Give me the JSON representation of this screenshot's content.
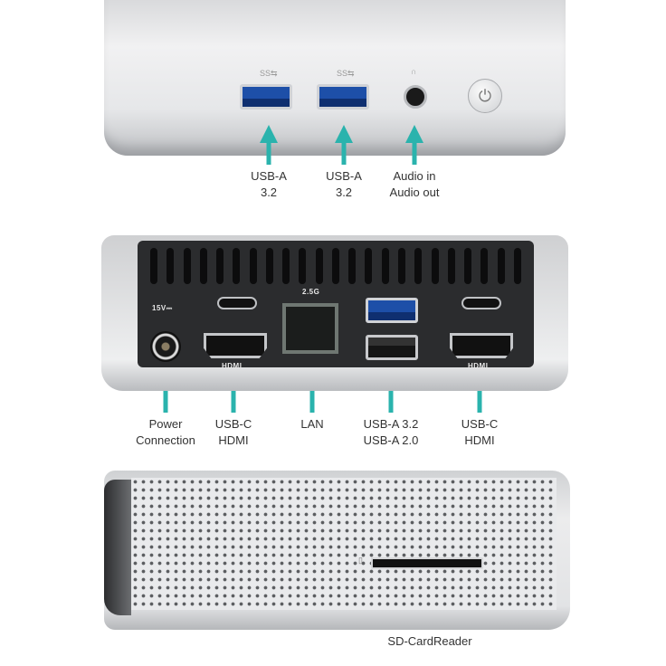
{
  "accent_color": "#2ab3ad",
  "front_panel": {
    "ports": [
      {
        "icon": "usb-ss-icon",
        "label_lines": [
          "USB-A",
          "3.2"
        ]
      },
      {
        "icon": "usb-ss-icon",
        "label_lines": [
          "USB-A",
          "3.2"
        ]
      },
      {
        "icon": "headset-icon",
        "label_lines": [
          "Audio in",
          "Audio out"
        ]
      }
    ],
    "power_button_icon": "power-icon"
  },
  "rear_panel": {
    "device_markings": {
      "dc_in": "15V⎓",
      "lan_speed": "2.5G",
      "hdmi": "HDMI"
    },
    "ports": [
      {
        "label_lines": [
          "Power",
          "Connection"
        ]
      },
      {
        "label_lines": [
          "USB-C",
          "HDMI"
        ]
      },
      {
        "label_lines": [
          "LAN",
          ""
        ]
      },
      {
        "label_lines": [
          "USB-A 3.2",
          "USB-A 2.0"
        ]
      },
      {
        "label_lines": [
          "USB-C",
          "HDMI"
        ]
      }
    ]
  },
  "side_panel": {
    "ports": [
      {
        "label_lines": [
          "SD-CardReader"
        ]
      }
    ]
  }
}
